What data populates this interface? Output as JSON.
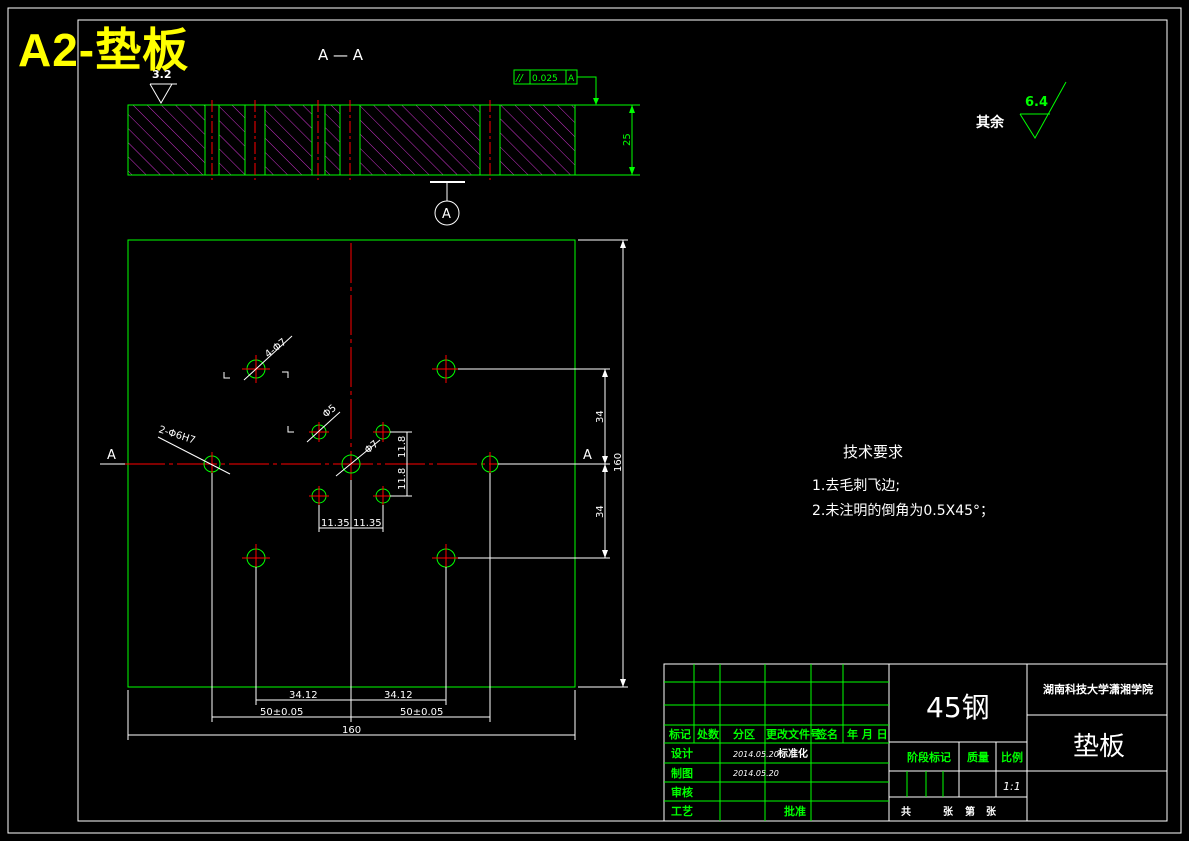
{
  "sheet_tag": "A2-垫板",
  "section": {
    "label": "A — A",
    "roughness": "3.2",
    "tolerance_symbol": "//",
    "tolerance_value": "0.025",
    "datum": "A",
    "thickness": "25",
    "datum_marker": "A"
  },
  "surface_rest": {
    "label": "其余",
    "value": "6.4"
  },
  "plan": {
    "hole_4x7": "4-Φ7",
    "hole_5": "Φ5",
    "hole_7": "Φ7",
    "hole_6h7": "2-Φ6H7",
    "cut_left": "A",
    "cut_right": "A",
    "dims": {
      "v34_top": "34",
      "v34_bot": "34",
      "v160": "160",
      "v11_8_top": "11.8",
      "v11_8_bot": "11.8",
      "h11_35_l": "11.35",
      "h11_35_r": "11.35",
      "h34_12_l": "34.12",
      "h34_12_r": "34.12",
      "h50_l": "50±0.05",
      "h50_r": "50±0.05",
      "h160": "160"
    }
  },
  "tech_req": {
    "heading": "技术要求",
    "items": [
      "1.去毛刺飞边;",
      "2.未注明的倒角为0.5X45°；"
    ]
  },
  "title_block": {
    "material": "45钢",
    "school": "湖南科技大学潇湘学院",
    "part_name": "垫板",
    "hdr_mark": "标记",
    "hdr_count": "处数",
    "hdr_zone": "分区",
    "hdr_doc": "更改文件号",
    "hdr_sign": "签名",
    "hdr_date": "年 月 日",
    "row_design": "设计",
    "row_draw": "制图",
    "row_review": "审核",
    "row_process": "工艺",
    "design_date": "2014.05.20",
    "draw_date": "2014.05.20",
    "standard": "标准化",
    "approve": "批准",
    "stage_mark": "阶段标记",
    "mass": "质量",
    "scale_label": "比例",
    "scale": "1:1",
    "sheets_total": "共",
    "sheets_unit": "张",
    "sheets_no": "第",
    "sheets_unit2": "张"
  },
  "colors": {
    "outline": "#00ff00",
    "centerline": "#ff0000",
    "hatch": "#cc33cc",
    "text": "#ffffff",
    "tag": "#ffff00"
  }
}
